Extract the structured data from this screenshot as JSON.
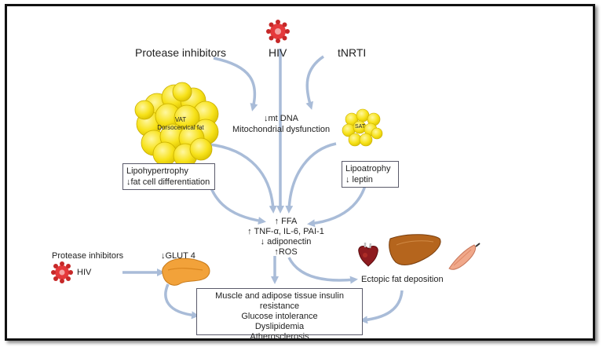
{
  "top": {
    "protease_inhibitors": "Protease inhibitors",
    "hiv": "HIV",
    "tnrti": "tNRTI"
  },
  "mito": {
    "line1": "↓mt DNA",
    "line2": "Mitochondrial dysfunction"
  },
  "vat": {
    "line1": "VAT",
    "line2": "Dorsocervical fat"
  },
  "sat": {
    "label": "SAT"
  },
  "lipohypertrophy_box": {
    "line1": "Lipohypertrophy",
    "line2": "↓fat cell differentiation"
  },
  "lipoatrophy_box": {
    "line1": "Lipoatrophy",
    "line2": "↓ leptin"
  },
  "center": {
    "line1": "↑ FFA",
    "line2": "↑ TNF-α, IL-6, PAI-1",
    "line3": "↓ adiponectin",
    "line4": "↑ROS"
  },
  "left_bottom": {
    "protease_inhibitors": "Protease inhibitors",
    "hiv": "HIV",
    "glut4": "↓GLUT 4"
  },
  "ectopic": {
    "label": "Ectopic fat deposition"
  },
  "outcome_box": {
    "line1": "Muscle and adipose tissue insulin resistance",
    "line2": "Glucose intolerance",
    "line3": "Dyslipidemia",
    "line4": "Atherosclerosis"
  },
  "colors": {
    "arrow": "#a9bcd8",
    "fat_yellow": "#f7e21a",
    "virus_red": "#e5393b",
    "liver": "#b5651d",
    "pancreas": "#f2a23a"
  },
  "icons": [
    "hiv-virus-icon",
    "fat-cluster-icon",
    "heart-icon",
    "liver-icon",
    "muscle-icon",
    "pancreas-icon"
  ]
}
